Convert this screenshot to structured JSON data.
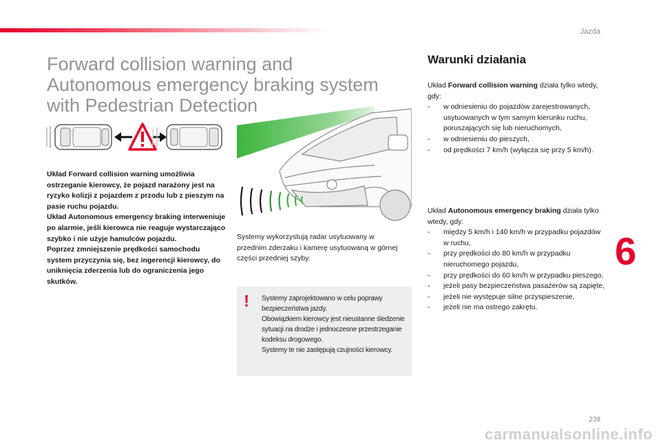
{
  "header": {
    "chapter": "Jazda"
  },
  "title_lines": [
    "Forward collision warning and",
    "Autonomous emergency braking system",
    "with Pedestrian Detection"
  ],
  "intro": {
    "p1": "Układ Forward collision warning umożliwia ostrzeganie kierowcy, że pojazd narażony jest na ryzyko kolizji z pojazdem z przodu lub z pieszym na pasie ruchu pojazdu.",
    "p2": "Układ Autonomous emergency braking interweniuje po alarmie, jeśli kierowca nie reaguje wystarczająco szybko i nie użyje hamulców pojazdu.",
    "p3": "Poprzez zmniejszenie prędkości samochodu system przyczynia się, bez ingerencji kierowcy, do uniknięcia zderzenia lub do ograniczenia jego skutków."
  },
  "radar_text": "Systemy wykorzystują radar usytuowany w przednim zderzaku i kamerę usytuowaną w górnej części przedniej szyby.",
  "warning": {
    "mark": "!",
    "p1": "Systemy zaprojektowano w celu poprawy bezpieczeństwa jazdy.",
    "p2": "Obowiązkiem kierowcy jest nieustanne śledzenie sytuacji na drodze i jednoczesne przestrzeganie kodeksu drogowego.",
    "p3": "Systemy te nie zastępują czujności kierowcy."
  },
  "conditions": {
    "heading": "Warunki działania",
    "fcw": {
      "pre": "Układ ",
      "name": "Forward collision warning",
      "post": " działa tylko wtedy, gdy:",
      "items": [
        "w odniesieniu do pojazdów zarejestrowanych, usytuowanych w tym samym kierunku ruchu, poruszających się lub nieruchomych,",
        "w odniesieniu do pieszych,",
        "od prędkości 7 km/h (wyłącza się przy 5 km/h)."
      ]
    },
    "aeb": {
      "pre": "Układ ",
      "name": "Autonomous emergency braking",
      "post": " działa tylko wtedy, gdy:",
      "items": [
        "między 5 km/h i 140 km/h w przypadku pojazdów w ruchu,",
        "przy prędkości do 80 km/h w przypadku nieruchomego pojazdu,",
        "przy prędkości do 60 km/h w przypadku pieszego,",
        "jeżeli pasy bezpieczeństwa pasażerów są zapięte,",
        "jeżeli nie występuje silne przyspieszenie,",
        "jeżeli nie ma ostrego zakrętu."
      ]
    },
    "dash": "-"
  },
  "chapter_number": "6",
  "page_number": "239",
  "watermark": "carmanualsonline.info",
  "colors": {
    "accent": "#e5002b",
    "title_gray": "#8f9499",
    "box_bg": "#eceef0",
    "beam_green": "#3db43d"
  },
  "icons": [
    "warning-triangle-icon",
    "double-arrow-icon"
  ]
}
